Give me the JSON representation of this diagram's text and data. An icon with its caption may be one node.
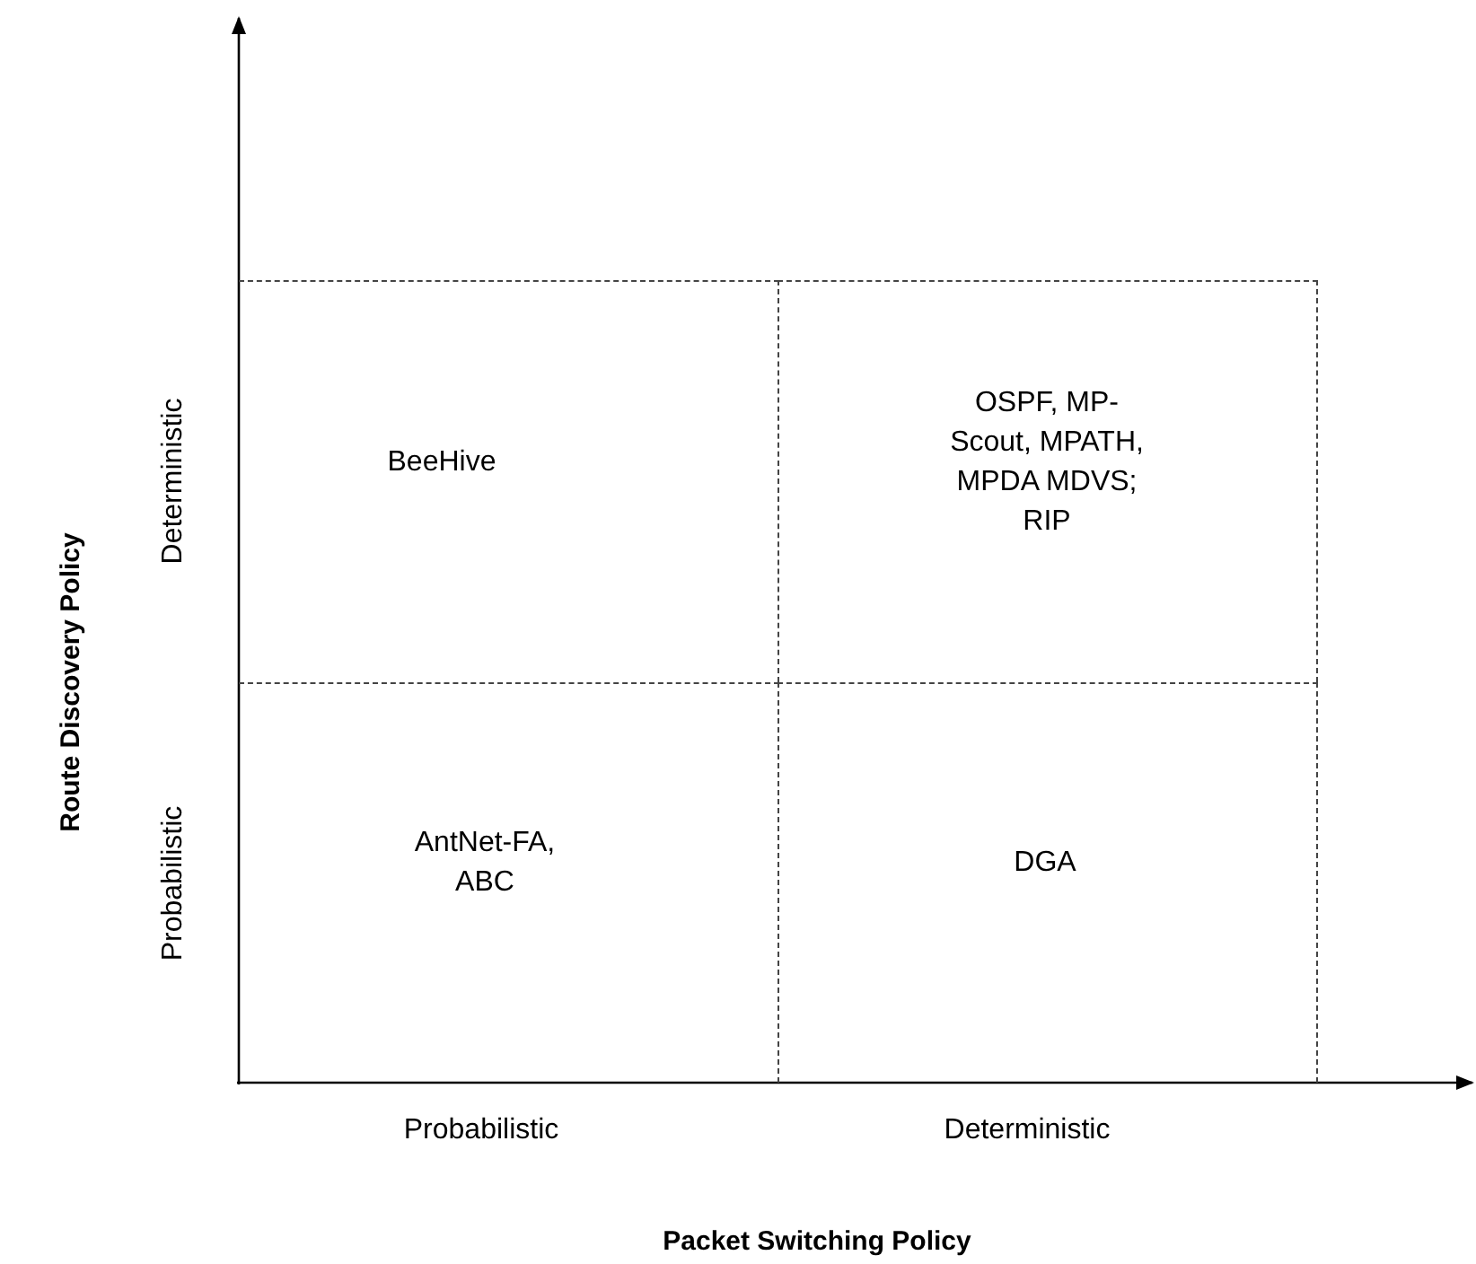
{
  "diagram": {
    "nodes": [
      {
        "text": [
          "BeeHive"
        ]
      },
      {
        "text": [
          "OSPF, MP-Scout, MPATH, MPDA MDVS; RIP"
        ]
      },
      {
        "text": [
          "AntNet-FA, ABC"
        ]
      },
      {
        "text": [
          "DGA"
        ]
      }
    ],
    "labels": [
      "Route Discovery Policy",
      "Deterministic",
      "Probabilistic",
      "Probabilistic",
      "Deterministic",
      "Packet Switching Policy"
    ]
  }
}
